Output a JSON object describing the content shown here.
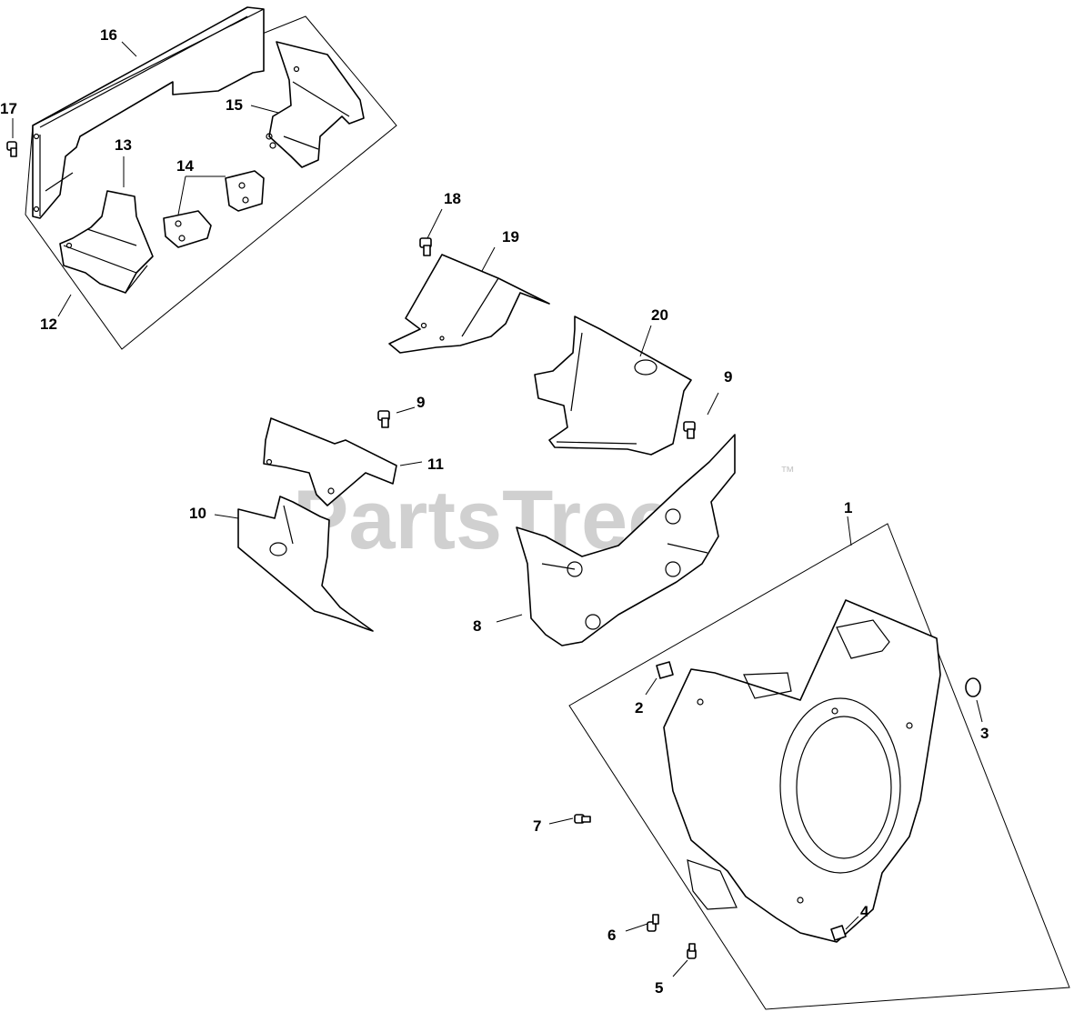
{
  "watermark": {
    "text": "PartsTree",
    "trademark": "™"
  },
  "callouts": {
    "p1": "1",
    "p2": "2",
    "p3": "3",
    "p4": "4",
    "p5": "5",
    "p6": "6",
    "p7": "7",
    "p8": "8",
    "p9a": "9",
    "p9b": "9",
    "p10": "10",
    "p11": "11",
    "p12": "12",
    "p13": "13",
    "p14": "14",
    "p15": "15",
    "p16": "16",
    "p17": "17",
    "p18": "18",
    "p19": "19",
    "p20": "20"
  }
}
